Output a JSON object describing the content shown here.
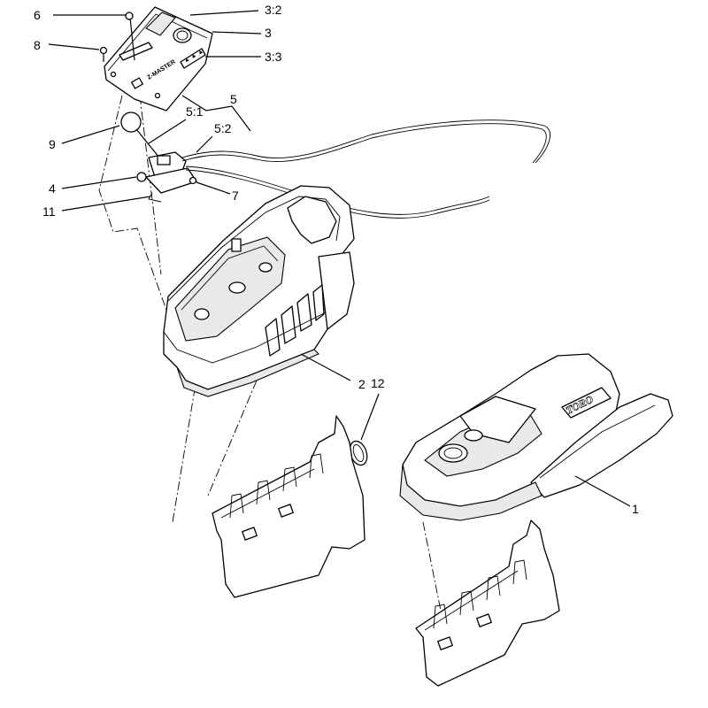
{
  "callouts": [
    {
      "id": "c6",
      "label": "6"
    },
    {
      "id": "c8",
      "label": "8"
    },
    {
      "id": "c3_2",
      "label": "3:2"
    },
    {
      "id": "c3",
      "label": "3"
    },
    {
      "id": "c3_3",
      "label": "3:3"
    },
    {
      "id": "c5",
      "label": "5"
    },
    {
      "id": "c5_1",
      "label": "5:1"
    },
    {
      "id": "c5_2",
      "label": "5:2"
    },
    {
      "id": "c9",
      "label": "9"
    },
    {
      "id": "c4",
      "label": "4"
    },
    {
      "id": "c7",
      "label": "7"
    },
    {
      "id": "c11",
      "label": "11"
    },
    {
      "id": "c2",
      "label": "2"
    },
    {
      "id": "c12",
      "label": "12"
    },
    {
      "id": "c1",
      "label": "1"
    }
  ],
  "decal_text": {
    "panel_brand": "Z-MASTER",
    "panel_decal": "▲ ▲ ▲",
    "hood_logo": "TORO"
  },
  "colors": {
    "line": "#000000",
    "background": "#ffffff",
    "shading": "#e9e9e9"
  }
}
